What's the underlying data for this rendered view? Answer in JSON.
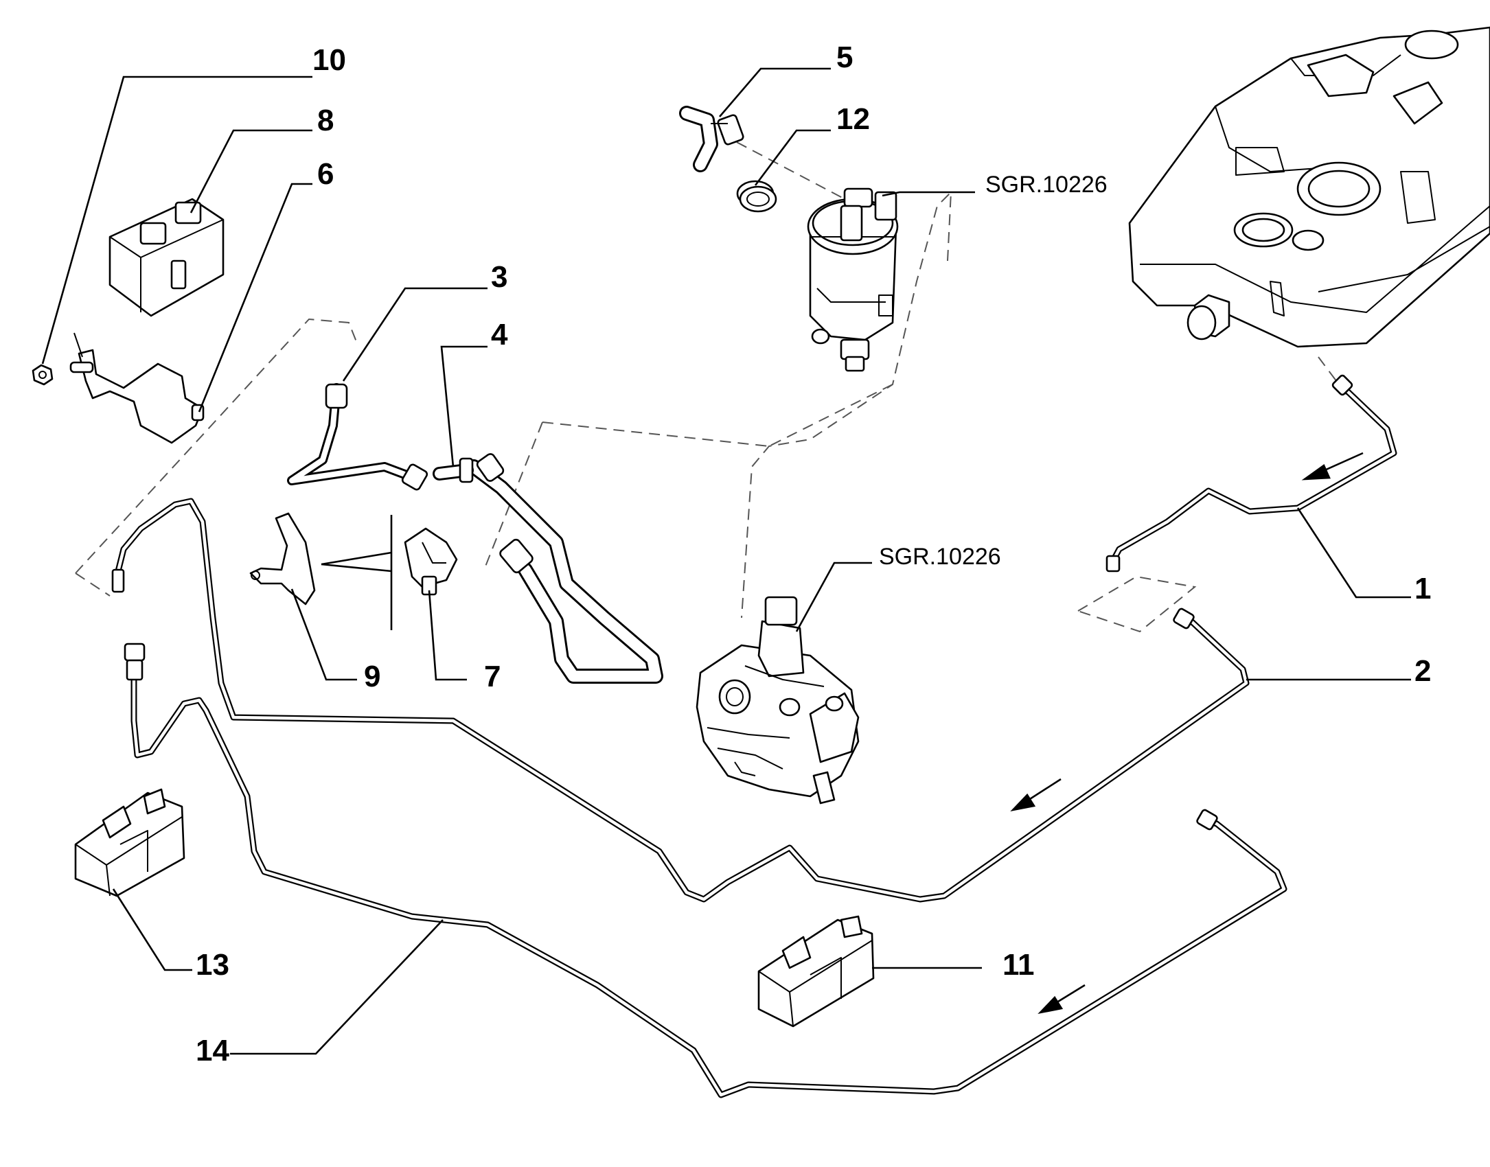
{
  "callouts": [
    {
      "id": "1",
      "label": "1"
    },
    {
      "id": "2",
      "label": "2"
    },
    {
      "id": "3",
      "label": "3"
    },
    {
      "id": "4",
      "label": "4"
    },
    {
      "id": "5",
      "label": "5"
    },
    {
      "id": "6",
      "label": "6"
    },
    {
      "id": "7",
      "label": "7"
    },
    {
      "id": "8",
      "label": "8"
    },
    {
      "id": "9",
      "label": "9"
    },
    {
      "id": "10",
      "label": "10"
    },
    {
      "id": "11",
      "label": "11"
    },
    {
      "id": "12",
      "label": "12"
    },
    {
      "id": "13",
      "label": "13"
    },
    {
      "id": "14",
      "label": "14"
    }
  ],
  "references": {
    "filter": "SGR.10226",
    "pump": "SGR.10226"
  },
  "colors": {
    "line": "#000000",
    "background": "#ffffff",
    "dashed": "#555555"
  }
}
